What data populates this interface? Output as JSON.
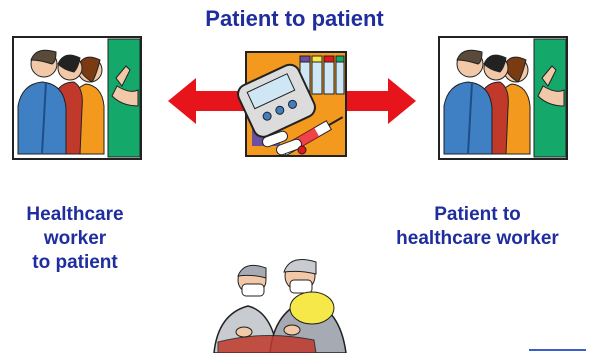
{
  "title": "Patient to patient",
  "left_label": [
    "Healthcare",
    "worker",
    "to patient"
  ],
  "right_label": [
    "Patient to",
    "healthcare worker"
  ],
  "colors": {
    "text_blue": "#1f2d9e",
    "arrow_red": "#e8141c",
    "green_panel": "#14a86a",
    "orange_bg": "#f39a1e",
    "purple_bg": "#6b4fa0",
    "yellow": "#f7e84a",
    "line_blue": "#3a5fcd"
  },
  "icons": {
    "left_group": "people-group-icon",
    "right_group": "people-group-icon",
    "center": "medical-equipment-icon",
    "bottom": "surgeons-icon"
  }
}
